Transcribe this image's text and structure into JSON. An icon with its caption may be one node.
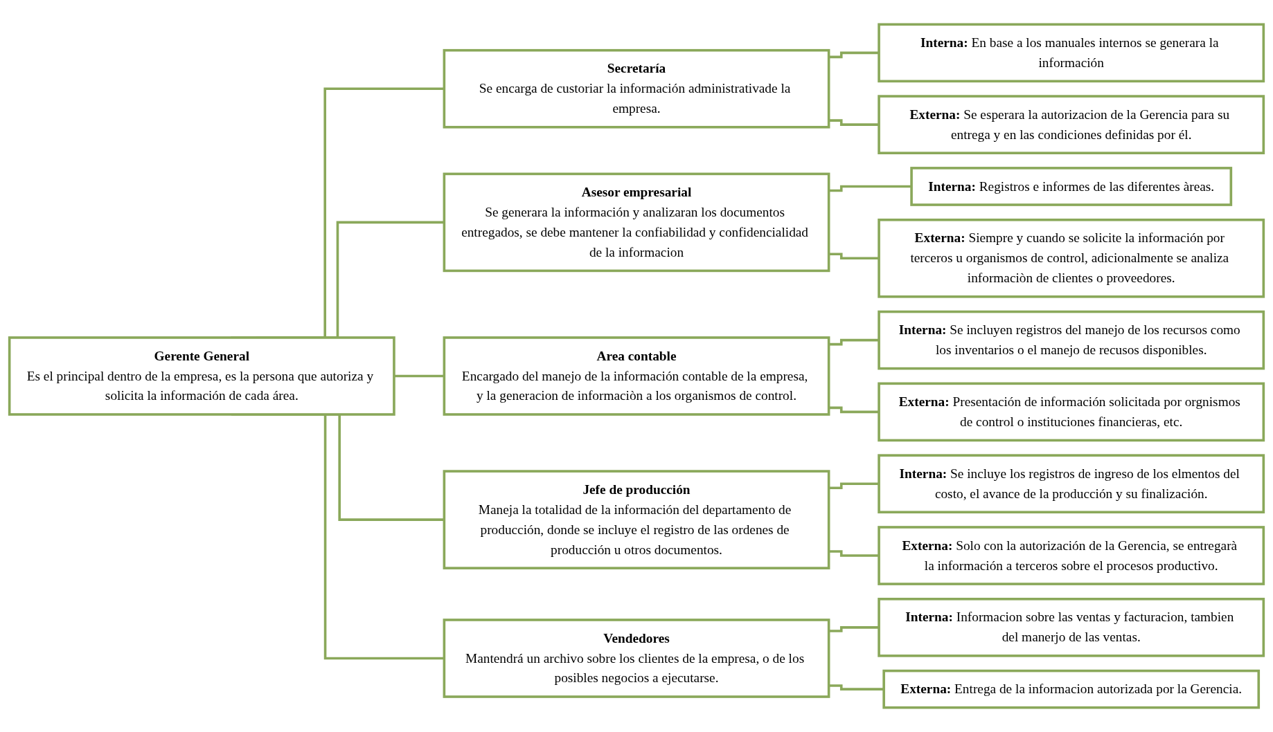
{
  "diagram": {
    "nodes": [
      {
        "text": [
          "Gerente General",
          "Es el principal dentro de la empresa, es la persona que autoriza y solicita la información de cada área."
        ]
      },
      {
        "text": [
          "Secretaría",
          "Se encarga de custoriar la información administrativade la empresa."
        ]
      },
      {
        "text": [
          "**Interna:** En base a los manuales internos se generara la información"
        ]
      },
      {
        "text": [
          "**Externa:** Se esperara la autorizacion de la Gerencia para su entrega y en las condiciones definidas por él."
        ]
      },
      {
        "text": [
          "Asesor empresarial",
          "Se generara la información y analizaran los documentos entregados, se debe mantener la confiabilidad y confidencialidad de la informacion"
        ]
      },
      {
        "text": [
          "**Interna:** Registros e informes de las diferentes àreas."
        ]
      },
      {
        "text": [
          "**Externa:** Siempre y cuando se solicite la información por terceros u organismos de control, adicionalmente se analiza informaciòn de clientes o proveedores."
        ]
      },
      {
        "text": [
          "Area contable",
          "Encargado del manejo de la información contable de la empresa, y la generacion de informaciòn a los organismos de control."
        ]
      },
      {
        "text": [
          "**Interna:** Se incluyen registros del manejo de los recursos como los inventarios o el manejo de recusos disponibles."
        ]
      },
      {
        "text": [
          "**Externa:** Presentación de información solicitada por orgnismos de control o instituciones financieras, etc."
        ]
      },
      {
        "text": [
          "Jefe de producción",
          "Maneja la totalidad de la información del departamento de producción, donde se incluye el registro de las ordenes de producción u otros documentos."
        ]
      },
      {
        "text": [
          "**Interna:** Se incluye los registros de ingreso de los elmentos del costo, el avance de la producción y su finalización."
        ]
      },
      {
        "text": [
          "**Externa:** Solo con la autorización de la Gerencia, se entregarà la información a terceros sobre el procesos productivo."
        ]
      },
      {
        "text": [
          "Vendedores",
          "Mantendrá un archivo sobre los clientes de la empresa, o de los posibles negocios a ejecutarse."
        ]
      },
      {
        "text": [
          "**Interna:** Informacion sobre las ventas y facturacion, tambien del manerjo de las ventas."
        ]
      },
      {
        "text": [
          "**Externa:** Entrega de la informacion autorizada por la Gerencia."
        ]
      }
    ],
    "edges": [
      {
        "from": 0,
        "to": 1,
        "arrow": "none"
      },
      {
        "from": 0,
        "to": 4,
        "arrow": "none"
      },
      {
        "from": 0,
        "to": 7,
        "arrow": "none"
      },
      {
        "from": 0,
        "to": 10,
        "arrow": "none"
      },
      {
        "from": 0,
        "to": 13,
        "arrow": "none"
      },
      {
        "from": 1,
        "to": 2,
        "arrow": "none"
      },
      {
        "from": 1,
        "to": 3,
        "arrow": "none"
      },
      {
        "from": 4,
        "to": 5,
        "arrow": "none"
      },
      {
        "from": 4,
        "to": 6,
        "arrow": "none"
      },
      {
        "from": 7,
        "to": 8,
        "arrow": "none"
      },
      {
        "from": 7,
        "to": 9,
        "arrow": "none"
      },
      {
        "from": 10,
        "to": 11,
        "arrow": "none"
      },
      {
        "from": 10,
        "to": 12,
        "arrow": "none"
      },
      {
        "from": 13,
        "to": 14,
        "arrow": "none"
      },
      {
        "from": 13,
        "to": 15,
        "arrow": "none"
      }
    ]
  }
}
